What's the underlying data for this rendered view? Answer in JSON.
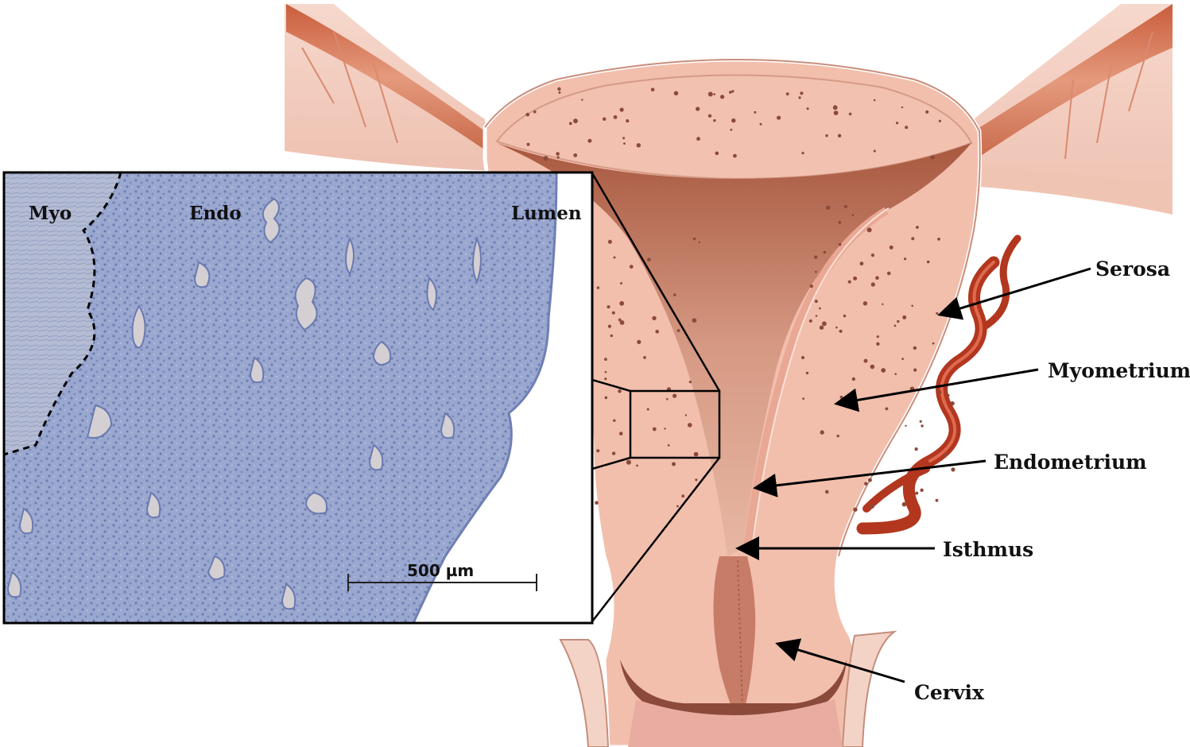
{
  "labels": {
    "serosa": "Serosa",
    "myometrium": "Myometrium",
    "endometrium": "Endometrium",
    "isthmus": "Isthmus",
    "cervix": "Cervix"
  },
  "inset": {
    "myo": "Myo",
    "endo": "Endo",
    "lumen": "Lumen",
    "scale_bar": "500 µm"
  },
  "colors": {
    "uterus_tissue": "#f0b8a6",
    "muscle_dots": "#8b4a3a",
    "cavity": "#c98a74",
    "vessels": "#b83a22",
    "histology_stain": "#8e9cc6",
    "arrows": "#000000"
  }
}
